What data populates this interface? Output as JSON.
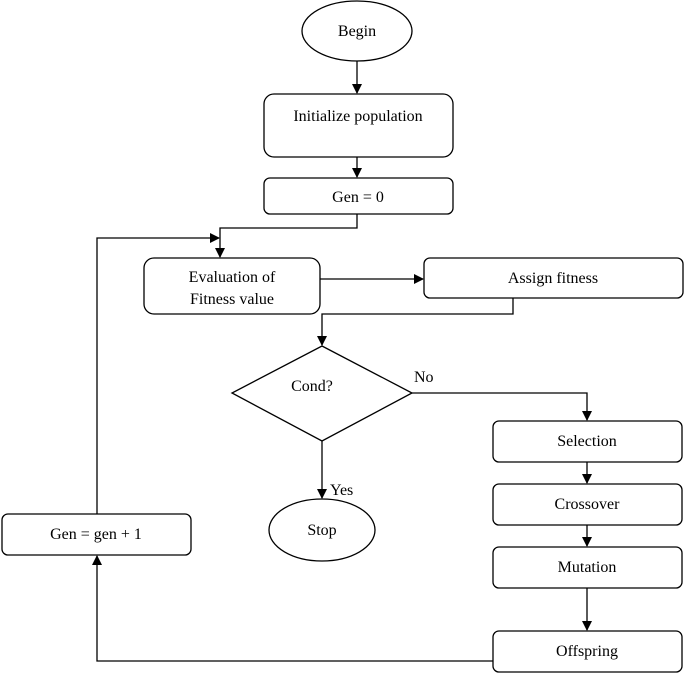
{
  "flowchart": {
    "nodes": {
      "begin": "Begin",
      "init": "Initialize population",
      "gen0": "Gen = 0",
      "eval_line1": "Evaluation of",
      "eval_line2": "Fitness value",
      "assign": "Assign fitness",
      "cond": "Cond?",
      "stop": "Stop",
      "selection": "Selection",
      "crossover": "Crossover",
      "mutation": "Mutation",
      "offspring": "Offspring",
      "gen_inc": "Gen = gen + 1"
    },
    "edge_labels": {
      "no": "No",
      "yes": "Yes"
    }
  }
}
